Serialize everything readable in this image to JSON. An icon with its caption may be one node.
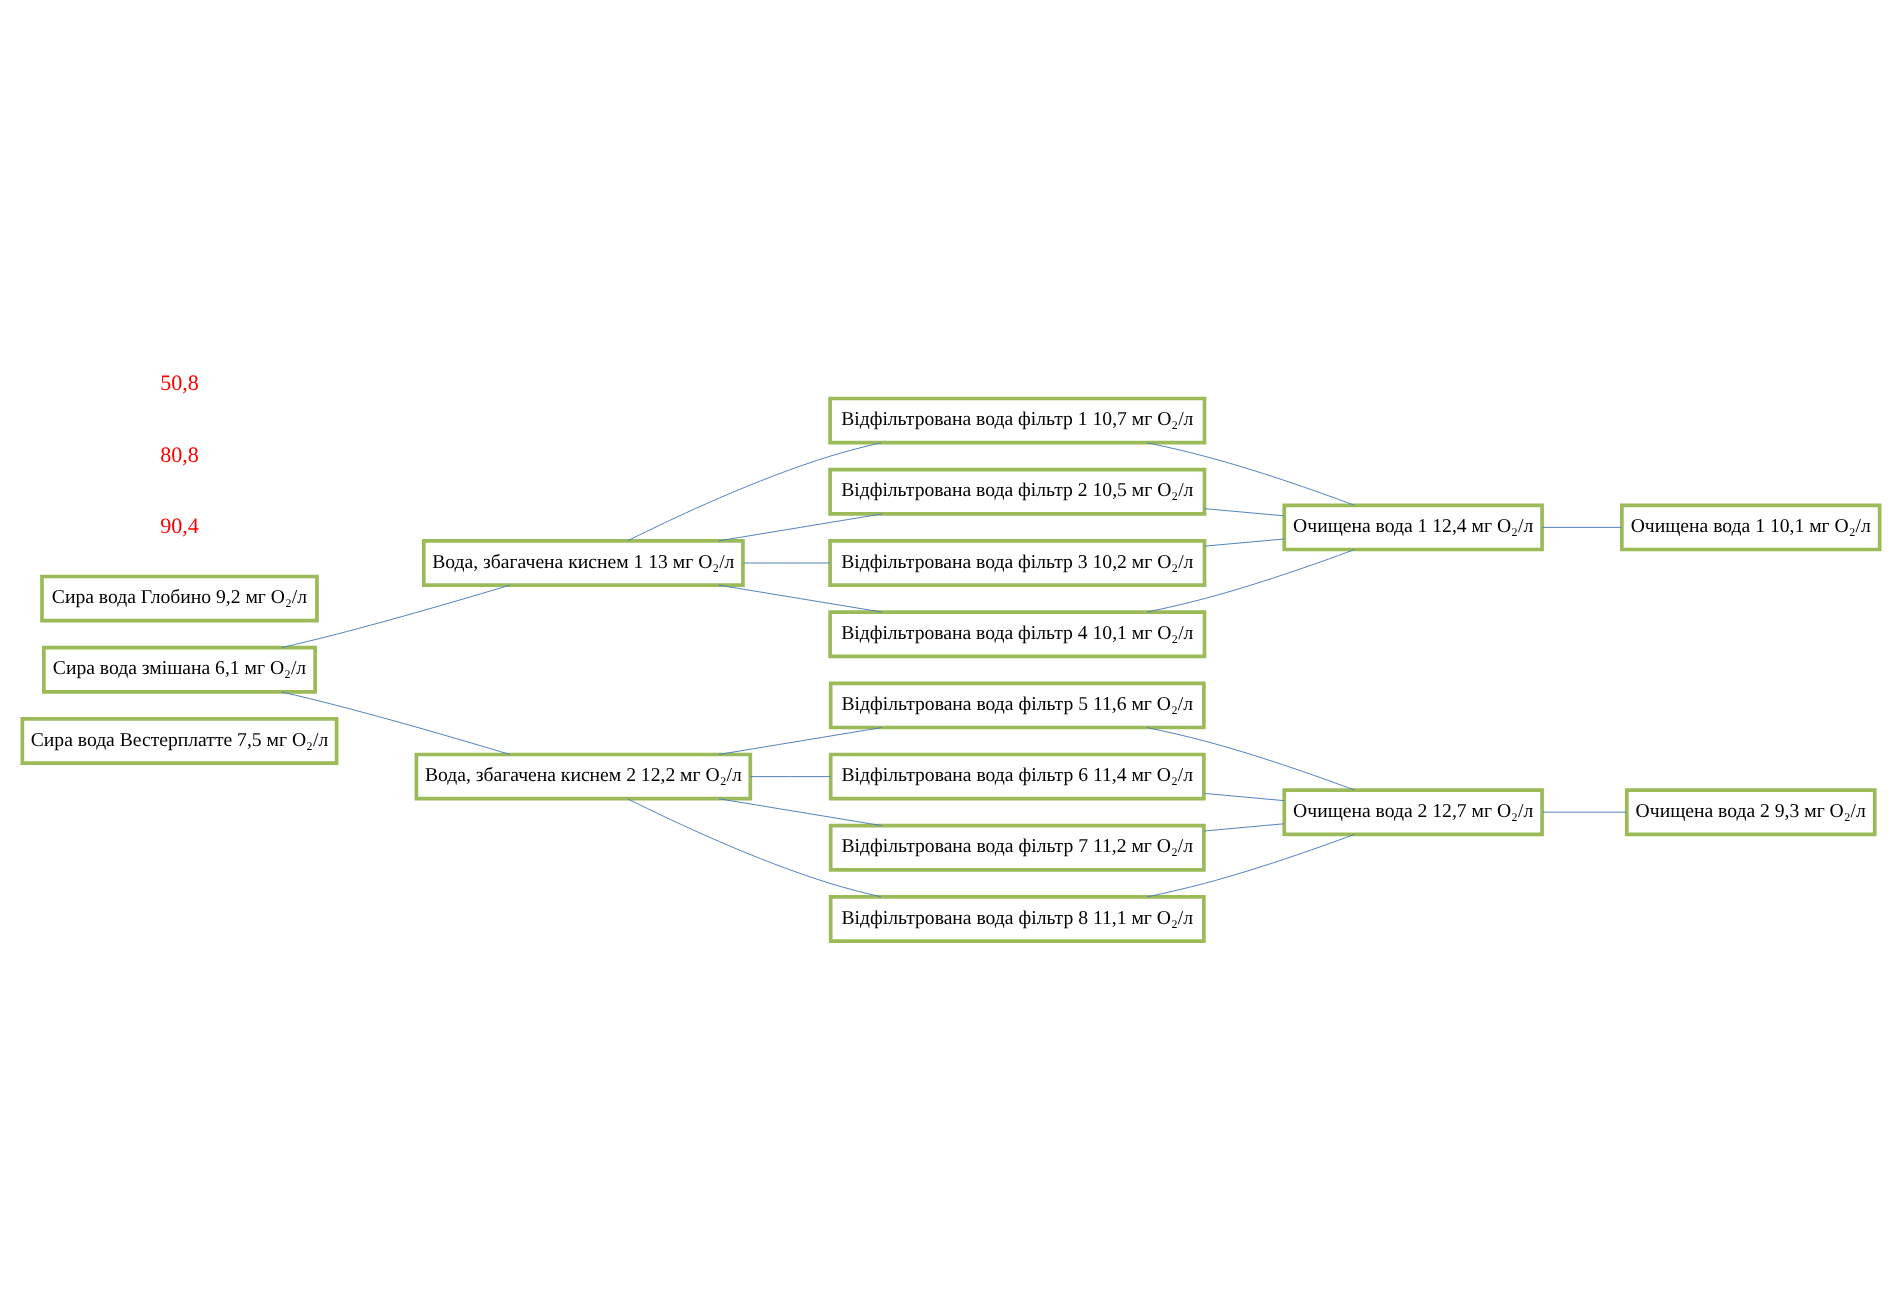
{
  "diagram": {
    "nodes": [
      {
        "text": [
          "Сира вода Вестерплатте 7,5 мг O₂/л"
        ]
      },
      {
        "text": [
          "Сира вода змішана 6,1 мг O₂/л"
        ]
      },
      {
        "text": [
          "Сира вода Глобино 9,2 мг O₂/л"
        ]
      },
      {
        "text": [
          "Вода, збагачена киснем 1 13 мг O₂/л"
        ]
      },
      {
        "text": [
          "Вода, збагачена киснем 2 12,2 мг O₂/л"
        ]
      },
      {
        "text": [
          "Відфільтрована вода фільтр 1 10,7 мг O₂/л"
        ]
      },
      {
        "text": [
          "Відфільтрована вода фільтр 2 10,5 мг O₂/л"
        ]
      },
      {
        "text": [
          "Відфільтрована вода фільтр 3 10,2 мг O₂/л"
        ]
      },
      {
        "text": [
          "Відфільтрована вода фільтр 4 10,1 мг O₂/л"
        ]
      },
      {
        "text": [
          "Відфільтрована вода фільтр 5 11,6 мг O₂/л"
        ]
      },
      {
        "text": [
          "Відфільтрована вода фільтр 6 11,4 мг O₂/л"
        ]
      },
      {
        "text": [
          "Відфільтрована вода фільтр 7 11,2 мг O₂/л"
        ]
      },
      {
        "text": [
          "Відфільтрована вода фільтр 8 11,1 мг O₂/л"
        ]
      },
      {
        "text": [
          "Очищена вода 1 12,4 мг O₂/л"
        ]
      },
      {
        "text": [
          "Очищена вода 2 12,7 мг O₂/л"
        ]
      },
      {
        "text": [
          "Очищена вода 1 10,1 мг O₂/л"
        ]
      },
      {
        "text": [
          "Очищена вода 2 9,3 мг O₂/л"
        ]
      }
    ],
    "edges": [
      {
        "from": 1,
        "to": 3,
        "arrow": "none"
      },
      {
        "from": 1,
        "to": 4,
        "arrow": "none"
      },
      {
        "from": 3,
        "to": 5,
        "arrow": "none"
      },
      {
        "from": 3,
        "to": 6,
        "arrow": "none"
      },
      {
        "from": 3,
        "to": 7,
        "arrow": "none"
      },
      {
        "from": 3,
        "to": 8,
        "arrow": "none"
      },
      {
        "from": 4,
        "to": 9,
        "arrow": "none"
      },
      {
        "from": 4,
        "to": 10,
        "arrow": "none"
      },
      {
        "from": 4,
        "to": 11,
        "arrow": "none"
      },
      {
        "from": 4,
        "to": 12,
        "arrow": "none"
      },
      {
        "from": 5,
        "to": 13,
        "arrow": "none"
      },
      {
        "from": 6,
        "to": 13,
        "arrow": "none"
      },
      {
        "from": 7,
        "to": 13,
        "arrow": "none"
      },
      {
        "from": 8,
        "to": 13,
        "arrow": "none"
      },
      {
        "from": 9,
        "to": 14,
        "arrow": "none"
      },
      {
        "from": 10,
        "to": 14,
        "arrow": "none"
      },
      {
        "from": 11,
        "to": 14,
        "arrow": "none"
      },
      {
        "from": 12,
        "to": 14,
        "arrow": "none"
      },
      {
        "from": 13,
        "to": 15,
        "arrow": "none"
      },
      {
        "from": 14,
        "to": 16,
        "arrow": "none"
      }
    ],
    "labels": [
      "90,4",
      "80,8",
      "50,8"
    ]
  }
}
